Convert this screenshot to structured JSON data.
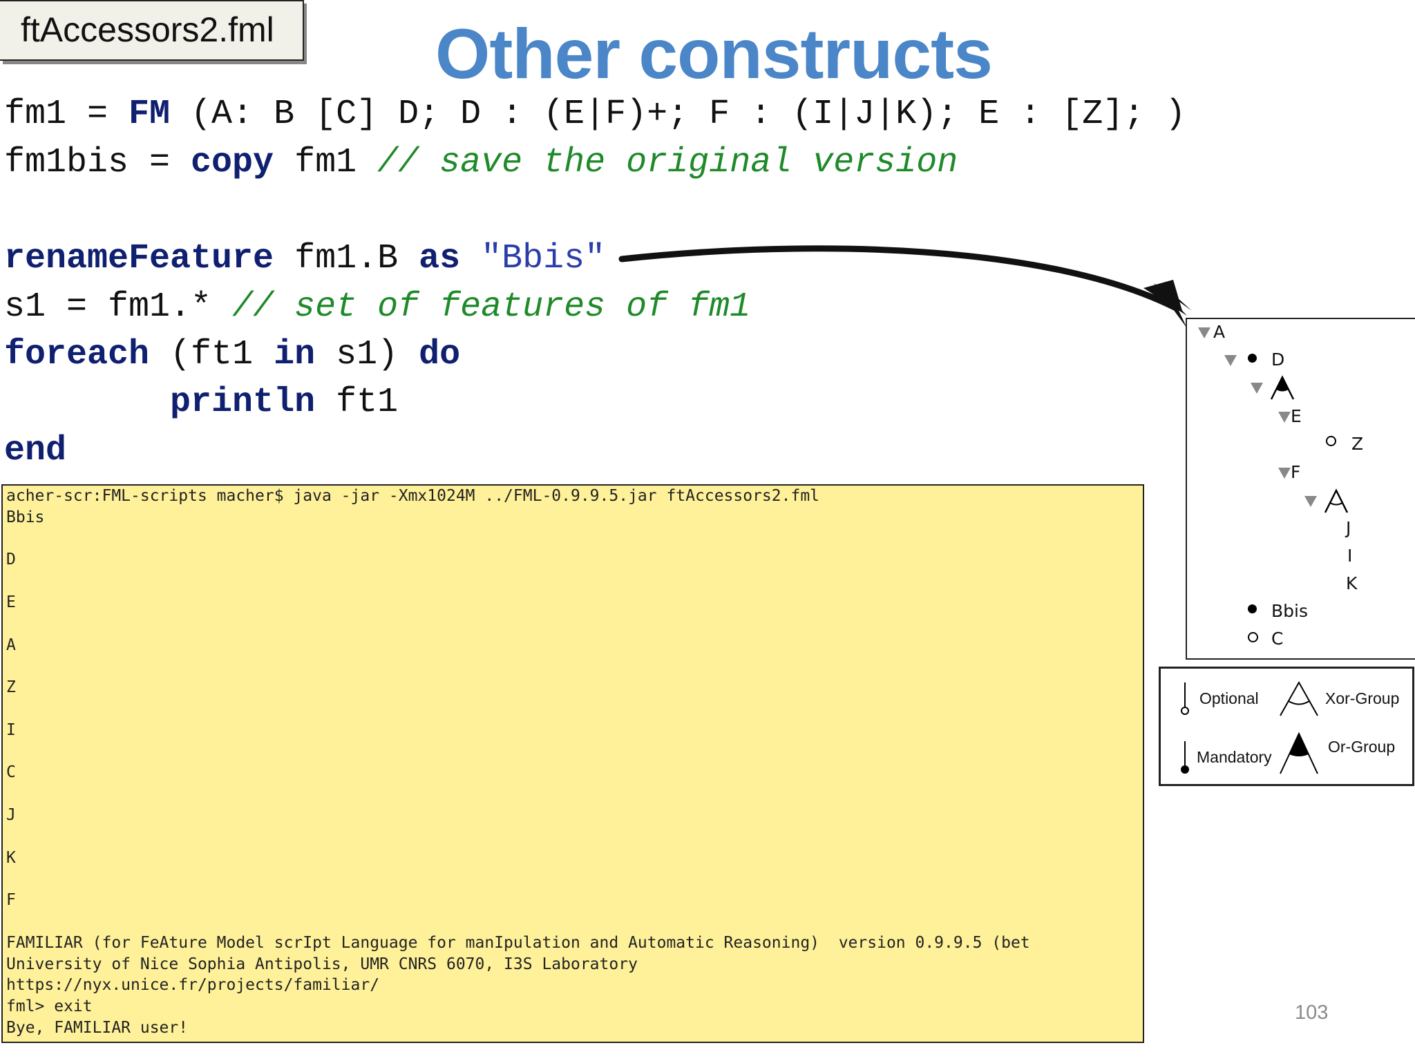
{
  "file_tab": "ftAccessors2.fml",
  "title": "Other constructs",
  "code": {
    "l1": {
      "a": "fm1 = ",
      "kw": "FM",
      "b": " (A: B [C] D; D : (E|F)+; F : (I|J|K); E : [Z]; )"
    },
    "l2": {
      "a": "fm1bis = ",
      "kw": "copy",
      "b": " fm1 ",
      "comment": "// save the original version"
    },
    "l3": {
      "kw": "renameFeature",
      "a": " fm1.B ",
      "kw2": "as",
      "b": " ",
      "str": "\"Bbis\""
    },
    "l4": {
      "a": "s1 = fm1.* ",
      "comment": "// set of features of fm1"
    },
    "l5": {
      "kw": "foreach",
      "a": " (ft1 ",
      "kw2": "in",
      "b": " s1) ",
      "kw3": "do"
    },
    "l6": {
      "indent": "        ",
      "kw": "println",
      "a": " ft1"
    },
    "l7": {
      "kw": "end"
    }
  },
  "terminal": {
    "lines": [
      "acher-scr:FML-scripts macher$ java -jar -Xmx1024M ../FML-0.9.9.5.jar ftAccessors2.fml",
      "Bbis",
      "",
      "D",
      "",
      "E",
      "",
      "A",
      "",
      "Z",
      "",
      "I",
      "",
      "C",
      "",
      "J",
      "",
      "K",
      "",
      "F",
      "",
      "FAMILIAR (for FeAture Model scrIpt Language for manIpulation and Automatic Reasoning)  version 0.9.9.5 (bet",
      "University of Nice Sophia Antipolis, UMR CNRS 6070, I3S Laboratory",
      "https://nyx.unice.fr/projects/familiar/",
      "fml> exit",
      "Bye, FAMILIAR user!"
    ]
  },
  "tree": {
    "A": "A",
    "D": "D",
    "E": "E",
    "Z": "Z",
    "F": "F",
    "J": "J",
    "I": "I",
    "K": "K",
    "Bbis": "Bbis",
    "C": "C"
  },
  "legend": {
    "optional": "Optional",
    "mandatory": "Mandatory",
    "xor_group": "Xor-Group",
    "or_group": "Or-Group"
  },
  "page_number": "103",
  "colors": {
    "title": "#4a86c8",
    "keyword": "#102070",
    "comment": "#1f8a2a",
    "string": "#2b3ea8",
    "terminal_bg": "#fff199"
  }
}
